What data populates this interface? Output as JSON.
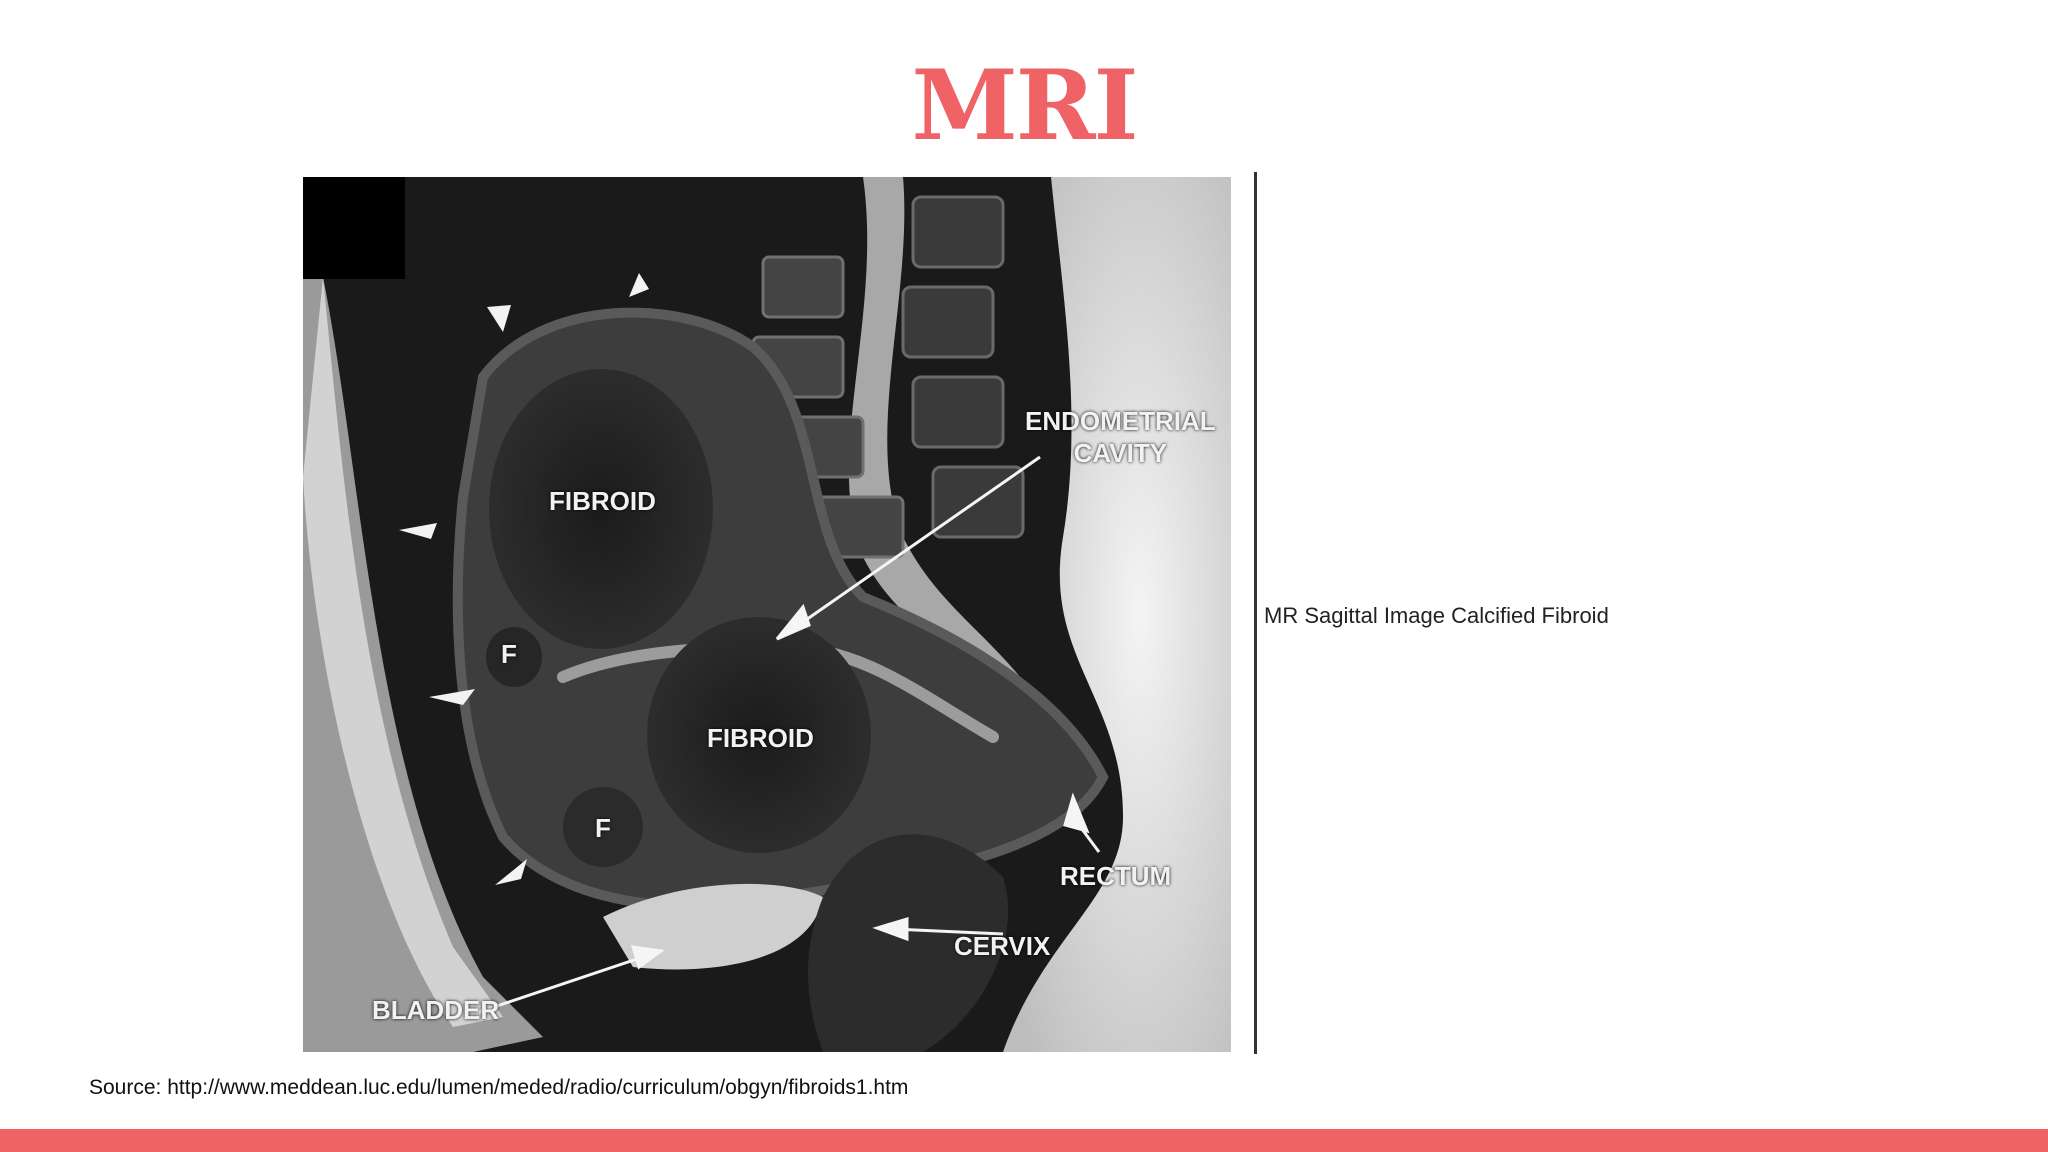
{
  "title": "MRI",
  "colors": {
    "accent": "#ef6366"
  },
  "image": {
    "labels": {
      "fibroid_upper": "FIBROID",
      "fibroid_lower": "FIBROID",
      "f_upper": "F",
      "f_lower": "F",
      "endometrial_cavity": "ENDOMETRIAL\nCAVITY",
      "rectum": "RECTUM",
      "cervix": "CERVIX",
      "bladder": "BLADDER"
    }
  },
  "caption": "MR Sagittal Image Calcified Fibroid",
  "source": "Source: http://www.meddean.luc.edu/lumen/meded/radio/curriculum/obgyn/fibroids1.htm"
}
